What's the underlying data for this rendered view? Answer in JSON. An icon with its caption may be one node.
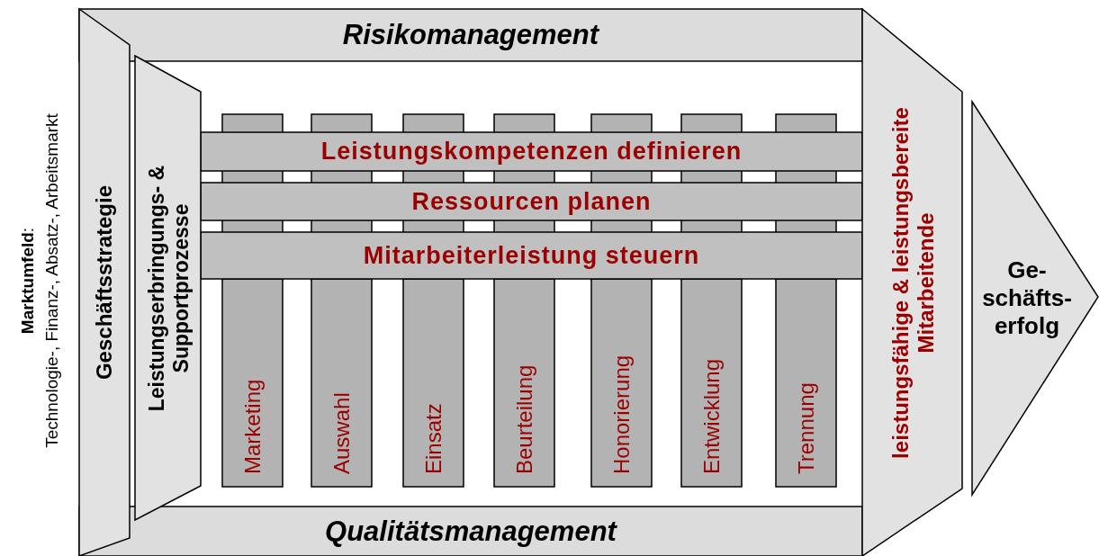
{
  "diagram": {
    "nodes": [
      {
        "text": [
          "Risikomanagement"
        ]
      },
      {
        "text": [
          "Qualitätsmanagement"
        ]
      },
      {
        "text": [
          "Geschäftsstrategie"
        ]
      },
      {
        "text": [
          "Leistungserbringungs- & Supportprozesse"
        ]
      },
      {
        "text": [
          "Marketing"
        ]
      },
      {
        "text": [
          "Auswahl"
        ]
      },
      {
        "text": [
          "Einsatz"
        ]
      },
      {
        "text": [
          "Beurteilung"
        ]
      },
      {
        "text": [
          "Honorierung"
        ]
      },
      {
        "text": [
          "Entwicklung"
        ]
      },
      {
        "text": [
          "Trennung"
        ]
      },
      {
        "text": [
          "Leistungskompetenzen definieren"
        ]
      },
      {
        "text": [
          "Ressourcen planen"
        ]
      },
      {
        "text": [
          "Mitarbeiterleistung steuern"
        ]
      },
      {
        "text": [
          "leistungsfähige & leistungsbereite Mitarbeitende"
        ]
      },
      {
        "text": [
          "Ge- schäfts- erfolg"
        ]
      }
    ],
    "labels": [
      "**Marktumfeld**:",
      "Technologie-, Finanz-, Absatz-, Arbeitsmarkt"
    ]
  }
}
